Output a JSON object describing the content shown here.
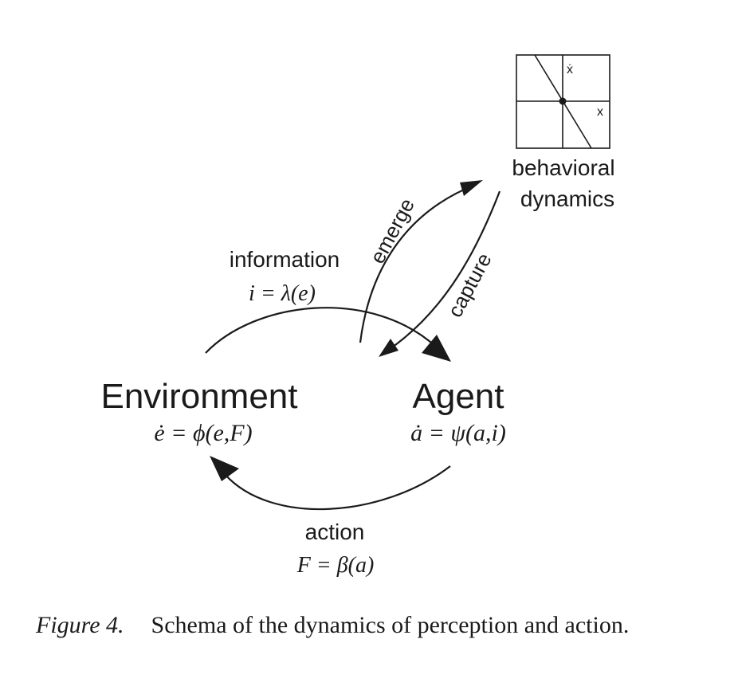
{
  "nodes": {
    "environment": {
      "label": "Environment",
      "equation": "ė = ϕ(e,F)"
    },
    "agent": {
      "label": "Agent",
      "equation": "ȧ = ψ(a,i)"
    },
    "behavioral_dynamics": {
      "line1": "behavioral",
      "line2": "dynamics"
    }
  },
  "edges": {
    "information": {
      "label": "information",
      "equation": "i = λ(e)"
    },
    "action": {
      "label": "action",
      "equation": "F = β(a)"
    },
    "emerge": {
      "label": "emerge"
    },
    "capture": {
      "label": "capture"
    }
  },
  "phase_plot": {
    "y_axis_label": "ẋ",
    "x_axis_label": "x"
  },
  "caption": {
    "figure_label": "Figure 4.",
    "text": "Schema of the dynamics of perception and action."
  }
}
